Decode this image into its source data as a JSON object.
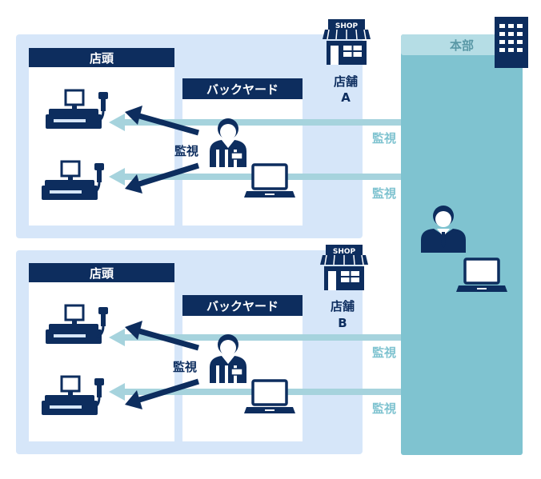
{
  "stores": [
    {
      "front_label": "店頭",
      "backyard_label": "バックヤード",
      "shop_sign": "SHOP",
      "store_label": "店舗",
      "store_letter": "A",
      "staff_monitor_label": "監視",
      "hq_monitor_labels": [
        "監視",
        "監視"
      ]
    },
    {
      "front_label": "店頭",
      "backyard_label": "バックヤード",
      "shop_sign": "SHOP",
      "store_label": "店舗",
      "store_letter": "B",
      "staff_monitor_label": "監視",
      "hq_monitor_labels": [
        "監視",
        "監視"
      ]
    }
  ],
  "hq": {
    "label": "本部"
  },
  "colors": {
    "navy": "#0d2d5e",
    "panel_light": "#d6e6f9",
    "hq_teal": "#7fc3d0",
    "hq_teal_light": "#b5dde5",
    "arrow_light": "#a6d3dd",
    "monitor_text": "#7fc3d0"
  },
  "icons": [
    "register-icon",
    "shop-icon",
    "building-icon",
    "staff-icon",
    "businessman-icon",
    "laptop-icon"
  ]
}
